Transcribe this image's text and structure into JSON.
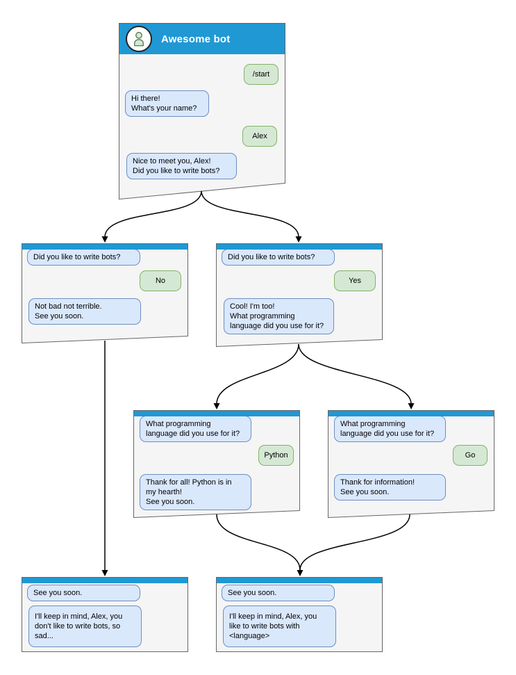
{
  "colors": {
    "titlebar_blue": "#2098D4",
    "window_fill": "#F5F5F5",
    "window_border": "#666666",
    "bot_bubble_fill": "#DAE8FC",
    "bot_bubble_border": "#6C8EBF",
    "user_bubble_fill": "#D5E8D4",
    "user_bubble_border": "#82B366",
    "arrow_color": "#000000"
  },
  "icons": {
    "avatar": "person-icon"
  },
  "main_window": {
    "title": "Awesome bot",
    "messages": {
      "start_command": "/start",
      "greeting": "Hi there!\nWhat's your name?",
      "name_reply": "Alex",
      "ask_bots": "Nice to meet you, Alex!\nDid you like to write bots?"
    }
  },
  "branch_no": {
    "question": "Did you like to write bots?",
    "answer": "No",
    "response": "Not bad not terrible.\nSee you soon."
  },
  "branch_yes": {
    "question": "Did you like to write bots?",
    "answer": "Yes",
    "response": "Cool! I'm too!\nWhat programming\nlanguage did you use for it?"
  },
  "branch_python": {
    "question": "What programming\nlanguage did you use for it?",
    "answer": "Python",
    "response": "Thank for all! Python is in\nmy hearth!\nSee you soon."
  },
  "branch_go": {
    "question": "What programming\nlanguage did you use for it?",
    "answer": "Go",
    "response": "Thank for information!\nSee you soon."
  },
  "final_no": {
    "message": "See you soon.",
    "detail": "I'll keep in mind, Alex, you\ndon't like to write bots, so\nsad..."
  },
  "final_yes": {
    "message": "See you soon.",
    "detail": "I'll keep in mind, Alex, you\nlike to write bots with\n<language>"
  }
}
